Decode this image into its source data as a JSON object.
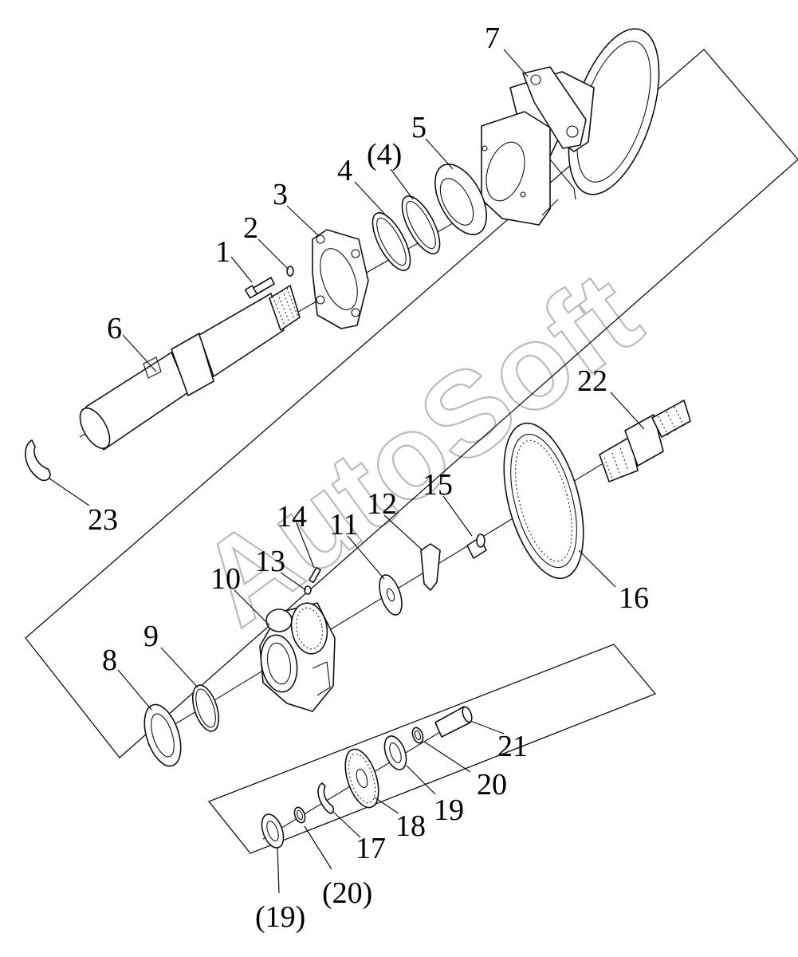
{
  "watermark": "AutoSoft",
  "callouts": [
    {
      "id": "c1",
      "label": "1"
    },
    {
      "id": "c2",
      "label": "2"
    },
    {
      "id": "c3",
      "label": "3"
    },
    {
      "id": "c4",
      "label": "4"
    },
    {
      "id": "c4p",
      "label": "(4)"
    },
    {
      "id": "c5",
      "label": "5"
    },
    {
      "id": "c6",
      "label": "6"
    },
    {
      "id": "c7",
      "label": "7"
    },
    {
      "id": "c8",
      "label": "8"
    },
    {
      "id": "c9",
      "label": "9"
    },
    {
      "id": "c10",
      "label": "10"
    },
    {
      "id": "c11",
      "label": "11"
    },
    {
      "id": "c12",
      "label": "12"
    },
    {
      "id": "c13",
      "label": "13"
    },
    {
      "id": "c14",
      "label": "14"
    },
    {
      "id": "c15",
      "label": "15"
    },
    {
      "id": "c16",
      "label": "16"
    },
    {
      "id": "c17",
      "label": "17"
    },
    {
      "id": "c18",
      "label": "18"
    },
    {
      "id": "c19",
      "label": "19"
    },
    {
      "id": "c19p",
      "label": "(19)"
    },
    {
      "id": "c20",
      "label": "20"
    },
    {
      "id": "c20p",
      "label": "(20)"
    },
    {
      "id": "c21",
      "label": "21"
    },
    {
      "id": "c22",
      "label": "22"
    },
    {
      "id": "c23",
      "label": "23"
    }
  ]
}
